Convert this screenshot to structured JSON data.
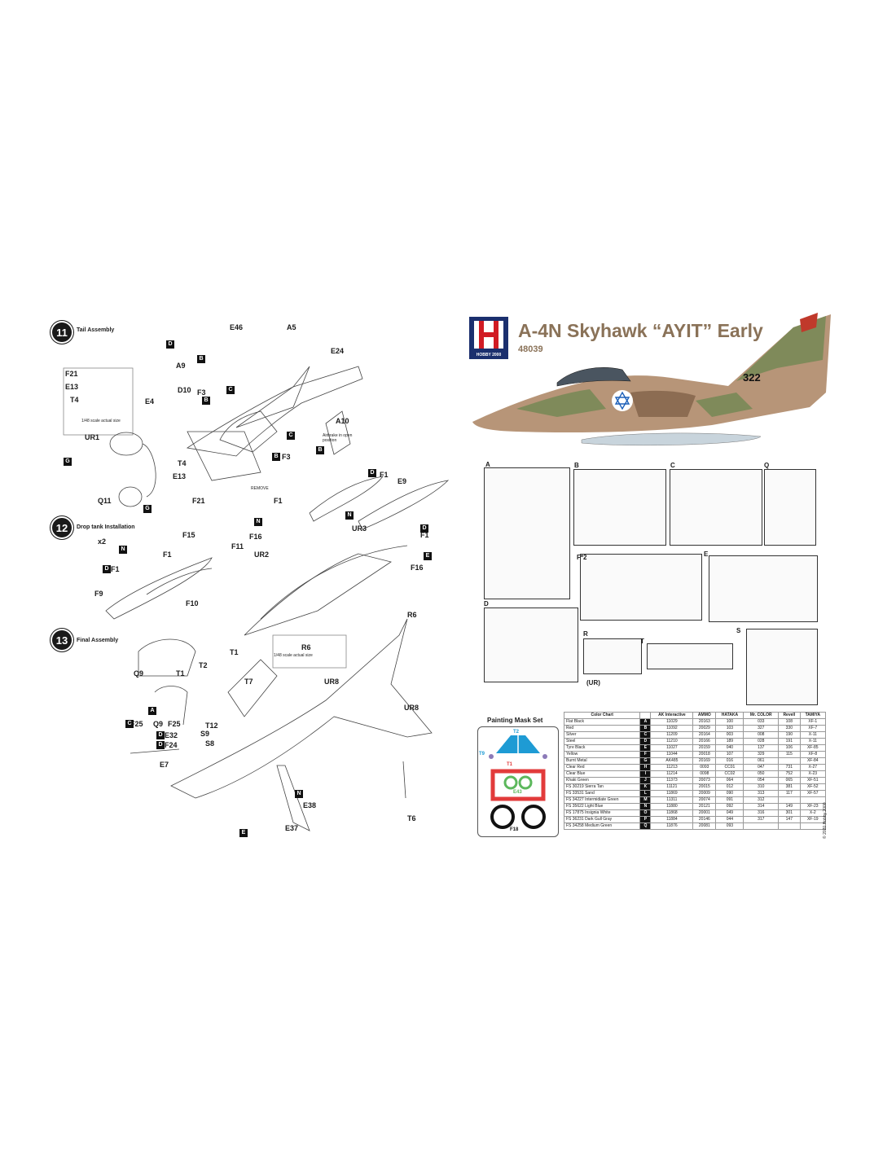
{
  "title": "A-4N Skyhawk “AYIT” Early",
  "kit_number": "48039",
  "brand": "HOBBY 2000",
  "aircraft_number": "322",
  "copyright": "© 2020 Hobby 2000",
  "steps": [
    {
      "num": "11",
      "title": "Tail Assembly"
    },
    {
      "num": "12",
      "title": "Drop tank  Installation"
    },
    {
      "num": "13",
      "title": "Final Assembly"
    }
  ],
  "notes": {
    "scale_actual_1": "1/48 scale actual size",
    "scale_actual_2": "1/48 scale actual size",
    "airbrake": "Airbrake in open position",
    "remove": "REMOVE",
    "x2": "x2"
  },
  "part_labels": {
    "step11": [
      "F21",
      "E13",
      "T4",
      "E4",
      "D10",
      "F3",
      "A9",
      "E46",
      "A5",
      "E24",
      "A10",
      "F3",
      "T4",
      "E13",
      "F21",
      "UR1",
      "Q11"
    ],
    "step12": [
      "F15",
      "F1",
      "F11",
      "F1",
      "F9",
      "F10",
      "F1",
      "E9",
      "F1",
      "F16",
      "UR3",
      "UR2",
      "F1",
      "F16"
    ],
    "step13": [
      "Q9",
      "T1",
      "T2",
      "T1",
      "T7",
      "F25",
      "Q9",
      "F25",
      "E32",
      "F24",
      "S9",
      "S8",
      "T12",
      "E7",
      "R6",
      "UR8",
      "UR8",
      "E38",
      "E37",
      "T6",
      "R6"
    ]
  },
  "letters": [
    "B",
    "D",
    "B",
    "C",
    "B",
    "C",
    "B",
    "G",
    "G",
    "N",
    "D",
    "N",
    "D",
    "N",
    "D",
    "C",
    "A",
    "D",
    "D",
    "E",
    "E",
    "N"
  ],
  "sprues": [
    {
      "id": "A"
    },
    {
      "id": "B"
    },
    {
      "id": "C"
    },
    {
      "id": "Q"
    },
    {
      "id": "F*2"
    },
    {
      "id": "E"
    },
    {
      "id": "D"
    },
    {
      "id": "R"
    },
    {
      "id": "T"
    },
    {
      "id": "S"
    },
    {
      "id": "(UR)"
    }
  ],
  "mask": {
    "title": "Painting Mask Set",
    "labels": [
      "T2",
      "T9",
      "T1",
      "E43",
      "F18"
    ]
  },
  "color_chart": {
    "headers": [
      "Color Chart",
      "",
      "AK Interactive",
      "AMMO",
      "HATAKA",
      "Mr. COLOR",
      "Revell",
      "TAMIYA"
    ],
    "rows": [
      [
        "Flat Black",
        "A",
        "11029",
        "20163",
        "100",
        "033",
        "108",
        "XF-1"
      ],
      [
        "Red",
        "B",
        "11092",
        "20029",
        "103",
        "327",
        "330",
        "XF-7"
      ],
      [
        "Silver",
        "C",
        "11209",
        "20164",
        "003",
        "008",
        "190",
        "X-11"
      ],
      [
        "Steel",
        "D",
        "11210",
        "20166",
        "189",
        "028",
        "191",
        "X-11"
      ],
      [
        "Tyre Black",
        "E",
        "11027",
        "20159",
        "040",
        "137",
        "106",
        "XF-85"
      ],
      [
        "Yellow",
        "F",
        "11044",
        "20018",
        "107",
        "329",
        "115",
        "XF-8"
      ],
      [
        "Burnt Metal",
        "G",
        "AK485",
        "20169",
        "016",
        "061",
        "",
        "XF-84"
      ],
      [
        "Clear Red",
        "H",
        "11213",
        "0093",
        "CC01",
        "047",
        "731",
        "X-27"
      ],
      [
        "Clear Blue",
        "I",
        "11214",
        "0098",
        "CC02",
        "050",
        "752",
        "X-23"
      ],
      [
        "Khaki Green",
        "J",
        "11373",
        "20073",
        "064",
        "054",
        "065",
        "XF-51"
      ],
      [
        "FS 30219 Sierra Tan",
        "K",
        "11121",
        "20015",
        "012",
        "310",
        "381",
        "XF-52"
      ],
      [
        "FS 33531 Sand",
        "L",
        "11869",
        "20009",
        "090",
        "313",
        "117",
        "XF-57"
      ],
      [
        "FS 34227 Intermidiate Green",
        "M",
        "11311",
        "20074",
        "091",
        "312",
        "",
        ""
      ],
      [
        "FS 35622 Light Blue",
        "N",
        "11880",
        "20121",
        "092",
        "314",
        "149",
        "XF-23"
      ],
      [
        "FS 17875 Insignia White",
        "O",
        "11868",
        "20001",
        "049",
        "316",
        "301",
        "X-2"
      ],
      [
        "FS 36231 Dark Gull Gray",
        "P",
        "11884",
        "20146",
        "044",
        "317",
        "147",
        "XF-19"
      ],
      [
        "FS 34258 Medium Green",
        "Q",
        "11876",
        "20081",
        "093",
        "",
        "",
        ""
      ]
    ]
  },
  "colors": {
    "title_tan": "#8a7258",
    "logo_blue": "#1b2f6e",
    "logo_red": "#d11b24",
    "camo_tan": "#b79578",
    "camo_green": "#7f8a5a",
    "camo_brown": "#8c6c52",
    "underside_blue": "#c8d4dc",
    "mask_blue": "#1e9bd4",
    "mask_red": "#e23b3b",
    "mask_green": "#5cb85c"
  }
}
